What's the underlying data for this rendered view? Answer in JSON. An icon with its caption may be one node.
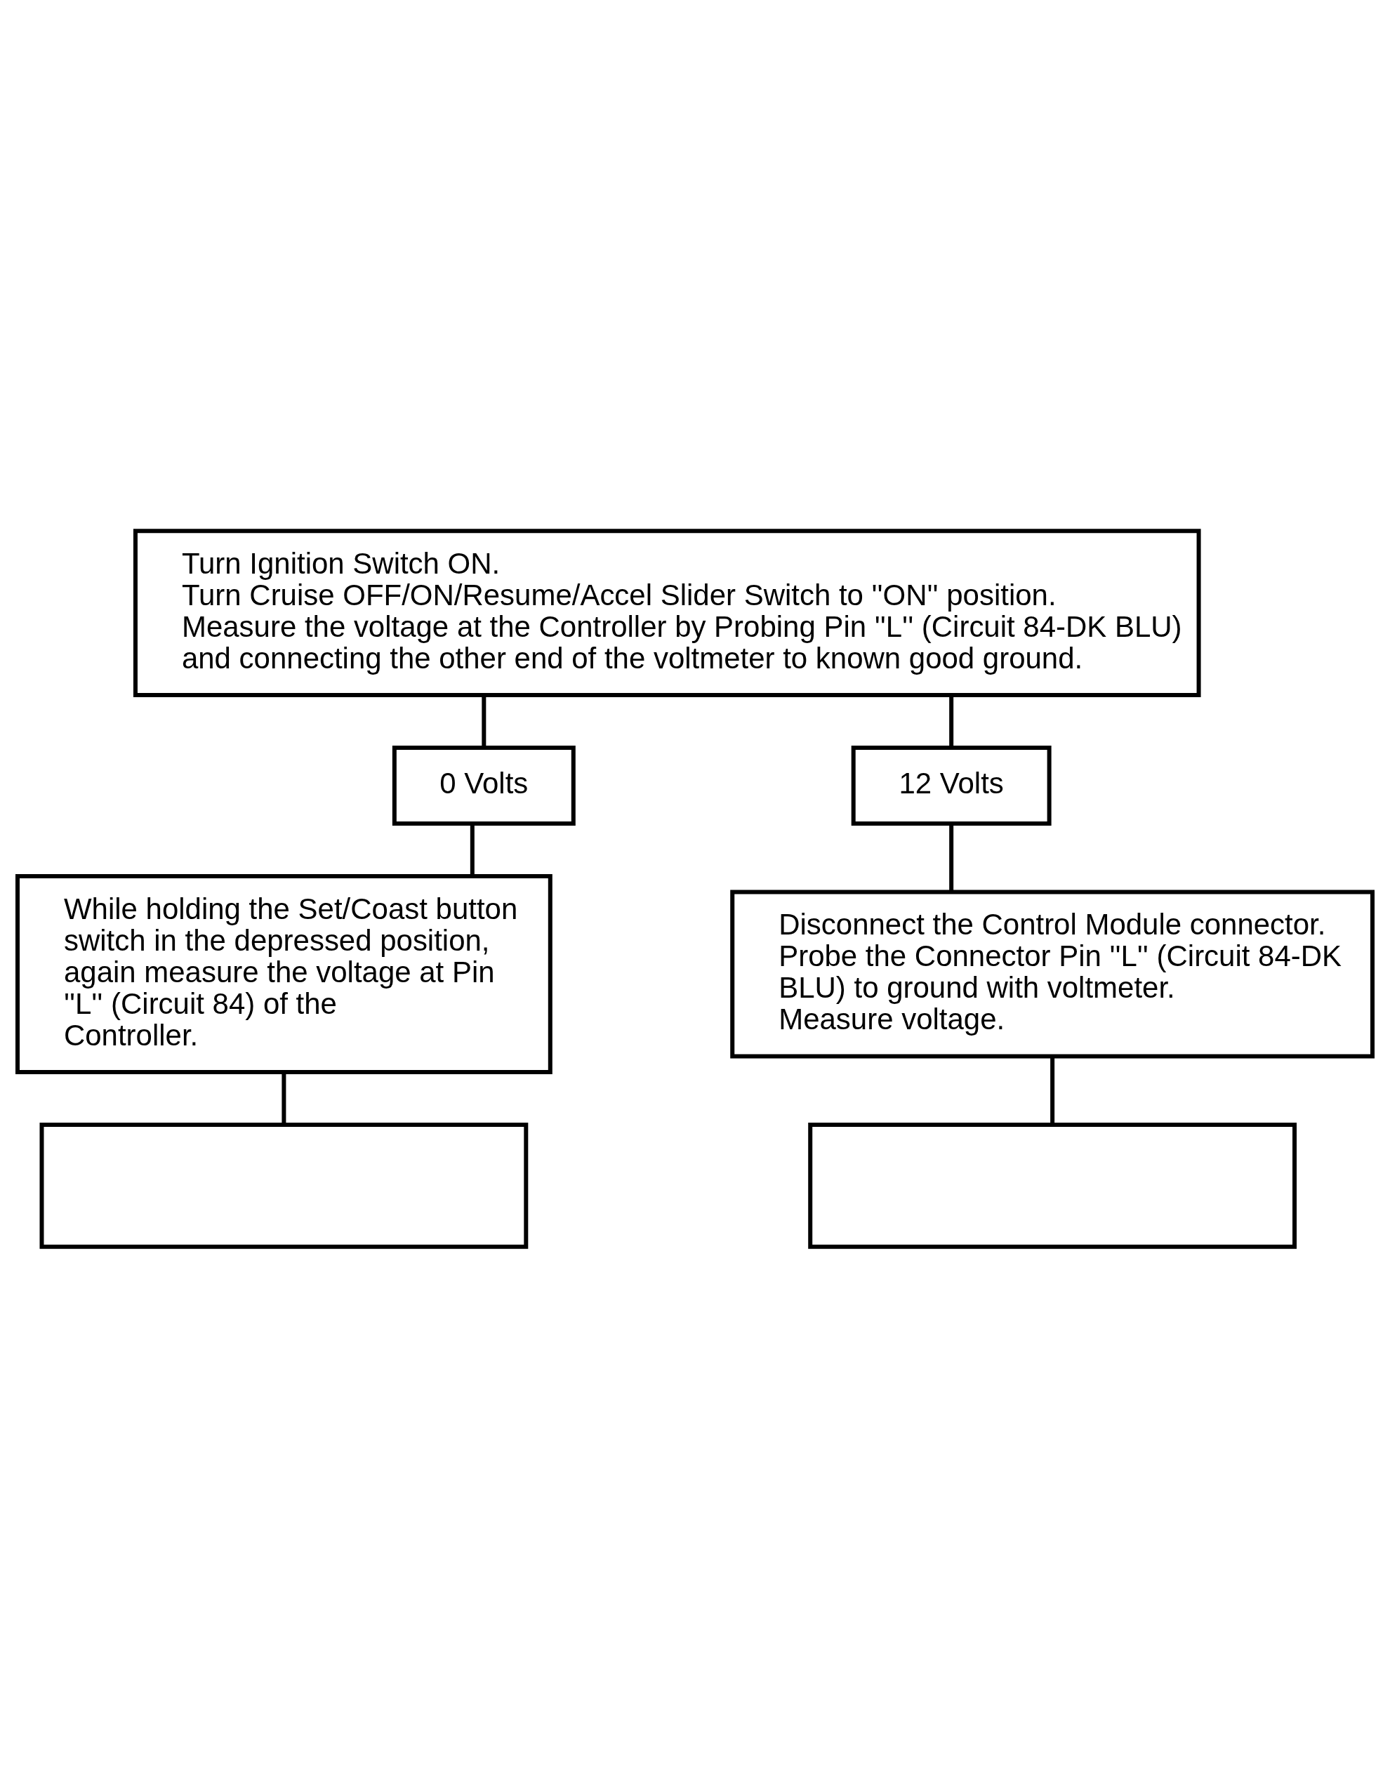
{
  "diagram": {
    "nodes": [
      {
        "text": [
          "Turn Ignition Switch ON.",
          "Turn Cruise OFF/ON/Resume/Accel Slider Switch to ''ON'' position.",
          "Measure the voltage at the Controller by Probing Pin ''L'' (Circuit 84-DK BLU) and connecting the other end of the voltmeter to known good ground."
        ]
      },
      {
        "text": [
          "0 Volts"
        ]
      },
      {
        "text": [
          "12 Volts"
        ]
      },
      {
        "text": [
          "While holding the Set/Coast button switch in the depressed position, again measure the voltage at Pin ''L'' (Circuit 84) of the Controller."
        ]
      },
      {
        "text": [
          "Disconnect the Control Module connector.",
          "Probe the Connector Pin ''L'' (Circuit 84-DK BLU) to ground with voltmeter.",
          "Measure voltage."
        ]
      },
      {
        "text": [],
        "shape": "box"
      },
      {
        "text": [],
        "shape": "box"
      }
    ],
    "edges": [
      {
        "from": 0,
        "to": 1,
        "arrow": "none"
      },
      {
        "from": 0,
        "to": 2,
        "arrow": "none"
      },
      {
        "from": 1,
        "to": 3,
        "arrow": "none"
      },
      {
        "from": 2,
        "to": 4,
        "arrow": "none"
      },
      {
        "from": 3,
        "to": 5,
        "arrow": "none"
      },
      {
        "from": 4,
        "to": 6,
        "arrow": "none"
      }
    ]
  }
}
